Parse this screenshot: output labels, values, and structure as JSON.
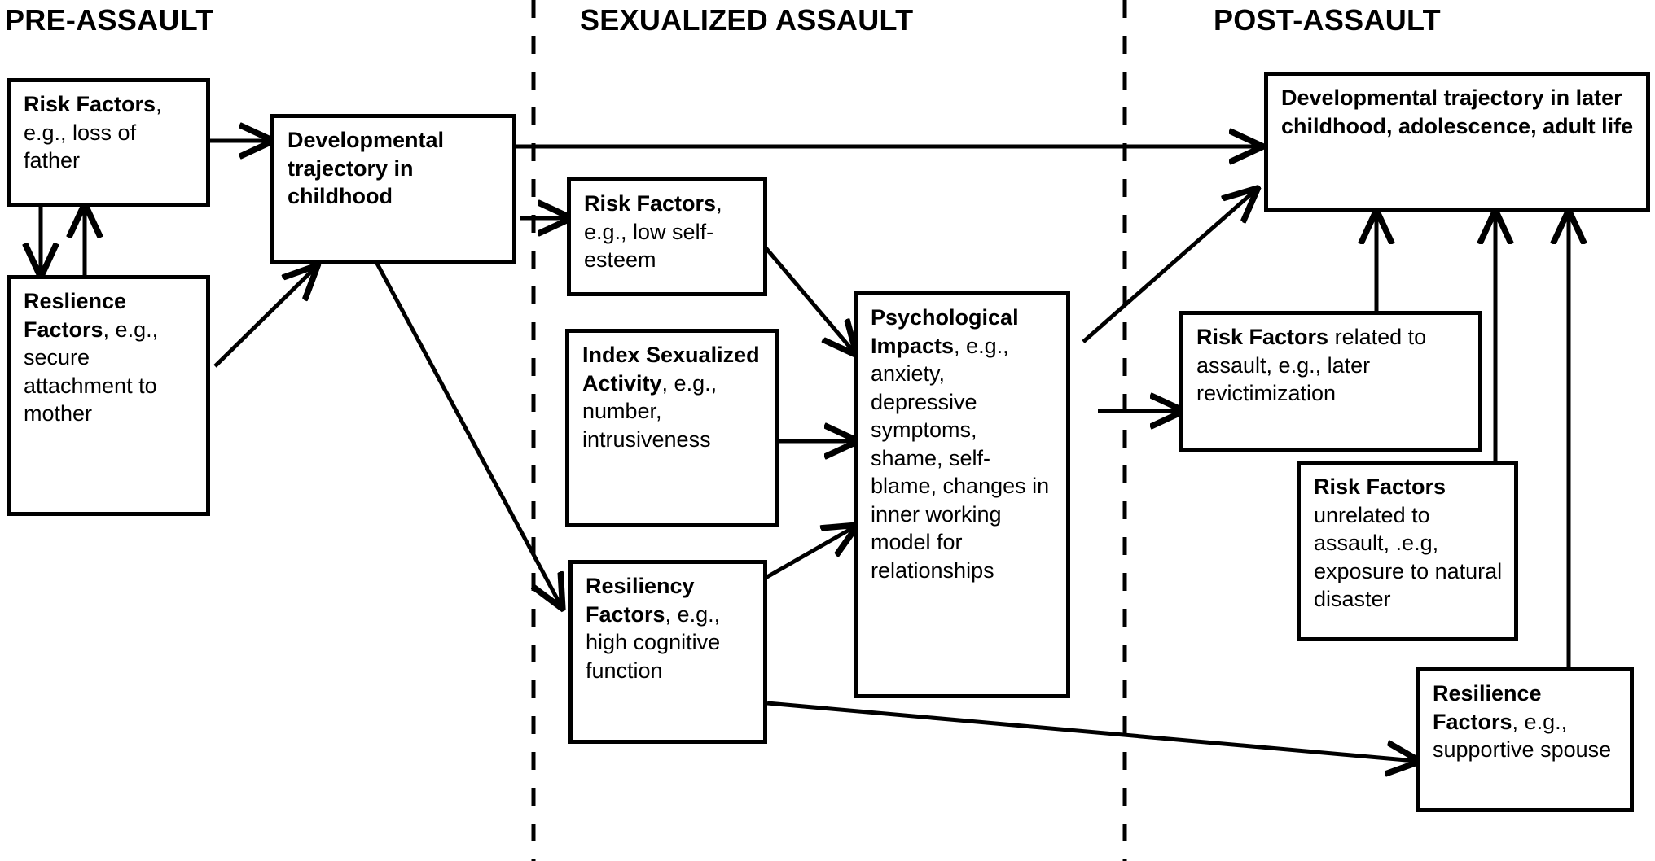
{
  "diagram": {
    "title_phases": [
      {
        "id": "pre",
        "label": "PRE-ASSAULT"
      },
      {
        "id": "during",
        "label": "SEXUALIZED ASSAULT"
      },
      {
        "id": "post",
        "label": "POST-ASSAULT"
      }
    ],
    "colors": {
      "stroke": "#000000",
      "background": "#ffffff",
      "text": "#000000"
    },
    "nodes": [
      {
        "id": "pre-risk-factors",
        "bold": "Risk Factors",
        "rest": ", e.g., loss of father"
      },
      {
        "id": "pre-resilience-factors",
        "bold": "Reslience Factors",
        "rest": ", e.g., secure attachment to mother"
      },
      {
        "id": "dev-trajectory-childhood",
        "bold": "Developmental trajectory in childhood",
        "rest": ""
      },
      {
        "id": "assault-risk-factors",
        "bold": "Risk Factors",
        "rest": ", e.g., low self-esteem"
      },
      {
        "id": "index-sexualized-activity",
        "bold": "Index Sexualized Activity",
        "rest": ", e.g., number, intrusiveness"
      },
      {
        "id": "assault-resiliency-factors",
        "bold": "Resiliency Factors",
        "rest": ", e.g., high cognitive function"
      },
      {
        "id": "psychological-impacts",
        "bold": "Psychological Impacts",
        "rest": ", e.g., anxiety, depressive symptoms, shame, self-blame, changes in inner working model for relationships"
      },
      {
        "id": "dev-trajectory-later",
        "bold": "Developmental trajectory in later childhood, adolescence, adult life",
        "rest": ""
      },
      {
        "id": "post-risk-related",
        "bold": "Risk Factors",
        "rest": "  related to assault, e.g., later revictimization"
      },
      {
        "id": "post-risk-unrelated",
        "bold": "Risk Factors",
        "rest": " unrelated to assault, .e.g, exposure to natural disaster"
      },
      {
        "id": "post-resilience-factors",
        "bold": "Resilience Factors",
        "rest": ", e.g., supportive spouse"
      }
    ]
  }
}
